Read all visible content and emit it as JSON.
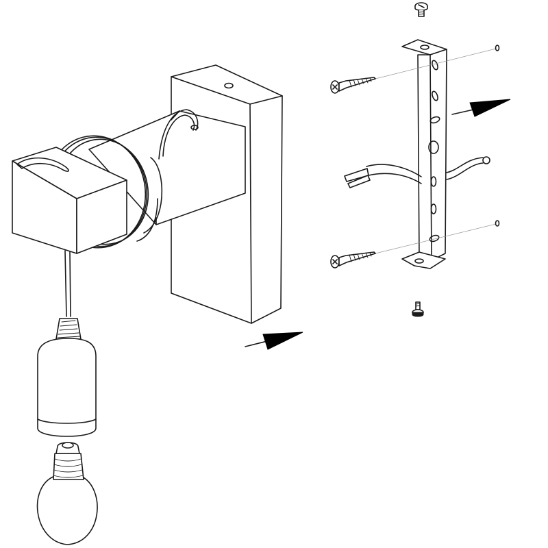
{
  "colors": {
    "line": "#1a1a1a",
    "background": "#ffffff",
    "arrow_fill": "#000000",
    "guide_line": "#9a9a9a"
  },
  "icons": [
    "wall-lamp-assembly",
    "mounting-bracket",
    "countersunk-wood-screw",
    "wall-plug",
    "machine-screw",
    "power-cable",
    "lamp-socket",
    "light-bulb",
    "direction-arrow"
  ]
}
